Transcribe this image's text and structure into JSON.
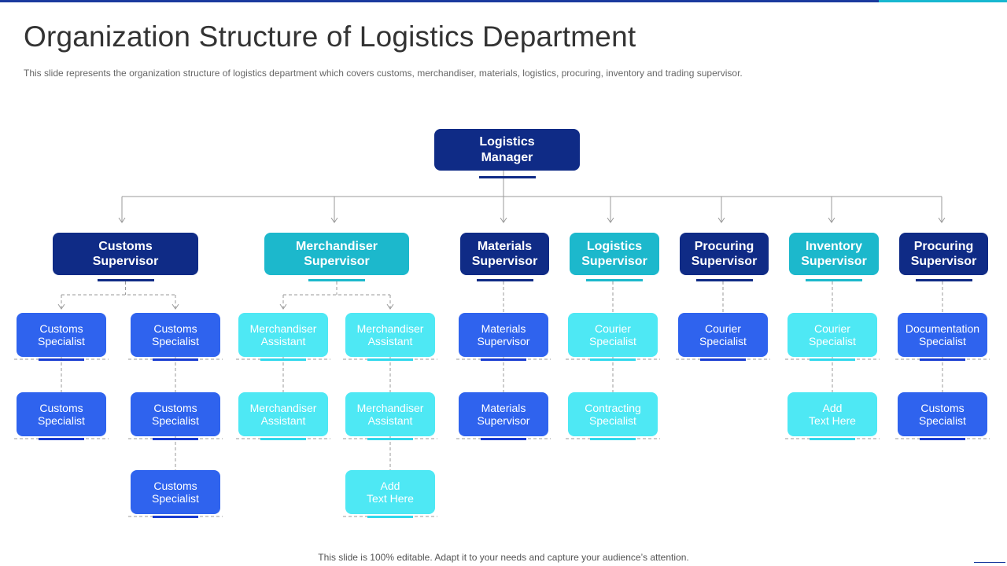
{
  "header": {
    "title": "Organization Structure of Logistics Department",
    "subtitle": "This slide represents the organization structure of logistics department which covers customs, merchandiser, materials, logistics, procuring, inventory and trading supervisor."
  },
  "footer": {
    "text": "This slide is 100% editable. Adapt it to your needs and capture your audience’s attention."
  },
  "org_chart": {
    "manager": {
      "title": "Logistics\nManager"
    },
    "supervisors": [
      {
        "title": "Customs\nSupervisor",
        "color": "#0f2b86",
        "columns": [
          [
            "Customs\nSpecialist",
            "Customs\nSpecialist"
          ],
          [
            "Customs\nSpecialist",
            "Customs\nSpecialist",
            "Customs\nSpecialist"
          ]
        ]
      },
      {
        "title": "Merchandiser\nSupervisor",
        "color": "#1cb8cc",
        "columns": [
          [
            "Merchandiser\nAssistant",
            "Merchandiser\nAssistant"
          ],
          [
            "Merchandiser\nAssistant",
            "Merchandiser\nAssistant",
            "Add\nText Here"
          ]
        ]
      },
      {
        "title": "Materials\nSupervisor",
        "color": "#0f2b86",
        "columns": [
          [
            "Materials\nSupervisor",
            "Materials\nSupervisor"
          ]
        ]
      },
      {
        "title": "Logistics\nSupervisor",
        "color": "#1cb8cc",
        "columns": [
          [
            "Courier\nSpecialist",
            "Contracting\nSpecialist"
          ]
        ]
      },
      {
        "title": "Procuring\nSupervisor",
        "color": "#0f2b86",
        "columns": [
          [
            "Courier\nSpecialist"
          ]
        ]
      },
      {
        "title": "Inventory\nSupervisor",
        "color": "#1cb8cc",
        "columns": [
          [
            "Courier\nSpecialist",
            "Add\nText Here"
          ]
        ]
      },
      {
        "title": "Procuring\nSupervisor",
        "color": "#0f2b86",
        "columns": [
          [
            "Documentation\nSpecialist",
            "Customs\nSpecialist"
          ]
        ]
      }
    ]
  },
  "colors": {
    "dark_blue": "#0f2b86",
    "teal": "#1cb8cc",
    "leaf_blue": "#2f63ee",
    "leaf_cyan": "#4ee8f4",
    "connector_gray": "#9a9a9a"
  }
}
